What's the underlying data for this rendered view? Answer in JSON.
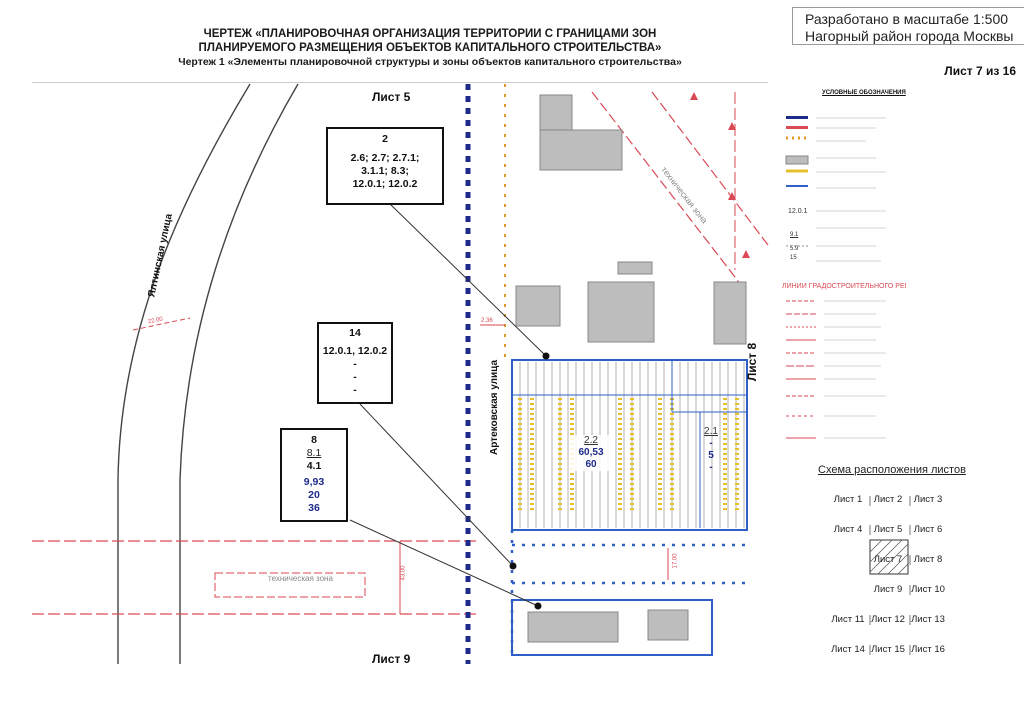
{
  "header": {
    "title_line1": "ЧЕРТЕЖ «ПЛАНИРОВОЧНАЯ ОРГАНИЗАЦИЯ ТЕРРИТОРИИ С ГРАНИЦАМИ ЗОН",
    "title_line2": "ПЛАНИРУЕМОГО РАЗМЕЩЕНИЯ ОБЪЕКТОВ КАПИТАЛЬНОГО СТРОИТЕЛЬСТВА»",
    "subtitle": "Чертеж 1 «Элементы планировочной структуры и зоны объектов капитального строительства»",
    "scale": "Разработано в масштабе 1:500",
    "district": "Нагорный район города Москвы",
    "sheet": "Лист 7 из 16"
  },
  "map": {
    "sheet_top": "Лист 5",
    "sheet_bottom": "Лист 9",
    "sheet_right": "Лист 8",
    "street_yaltinskaya": "Ялтинская улица",
    "street_artekovskaya": "Артековская улица",
    "tech_zone": "техническая зона",
    "tech_zone_bottom": "техническая зона",
    "dim_2200": "22.00",
    "dim_236": "2.36",
    "dim_4300": "43.00",
    "dim_1700": "17.00",
    "box2": {
      "num": "2",
      "l1": "2.6; 2.7; 2.7.1;",
      "l2": "3.1.1; 8.3;",
      "l3": "12.0.1; 12.0.2"
    },
    "box14": {
      "num": "14",
      "l1": "12.0.1, 12.0.2",
      "l2": "-",
      "l3": "-",
      "l4": "-"
    },
    "box8": {
      "num": "8",
      "l1": "8.1",
      "l2": "4.1",
      "l3": "9,93",
      "l4": "20",
      "l5": "36"
    },
    "zone22": {
      "num": "2.2",
      "v1": "60,53",
      "v2": "60"
    },
    "zone21": {
      "num": "2.1",
      "v1": "-",
      "v2": "5",
      "v3": "-"
    }
  },
  "legend": {
    "title": "УСЛОВНЫЕ ОБОЗНАЧЕНИЯ",
    "code": "12.0.1",
    "sample_a": "9.1",
    "sample_b": "5.9",
    "sample_c": "15"
  },
  "schema": {
    "title": "Схема расположения листов",
    "sheets": [
      "Лист 1",
      "Лист 2",
      "Лист 3",
      "Лист 4",
      "Лист 5",
      "Лист 6",
      "Лист 7",
      "Лист 8",
      "Лист 9",
      "Лист 10",
      "Лист 11",
      "Лист 12",
      "Лист 13",
      "Лист 14",
      "Лист 15",
      "Лист 16"
    ]
  },
  "colors": {
    "blue_line": "#2f5fc4",
    "dark_blue_dots": "#1e2a8a",
    "orange_dots": "#e09a2a",
    "red_dash": "#d94a55",
    "building": "#bdbdbd"
  }
}
